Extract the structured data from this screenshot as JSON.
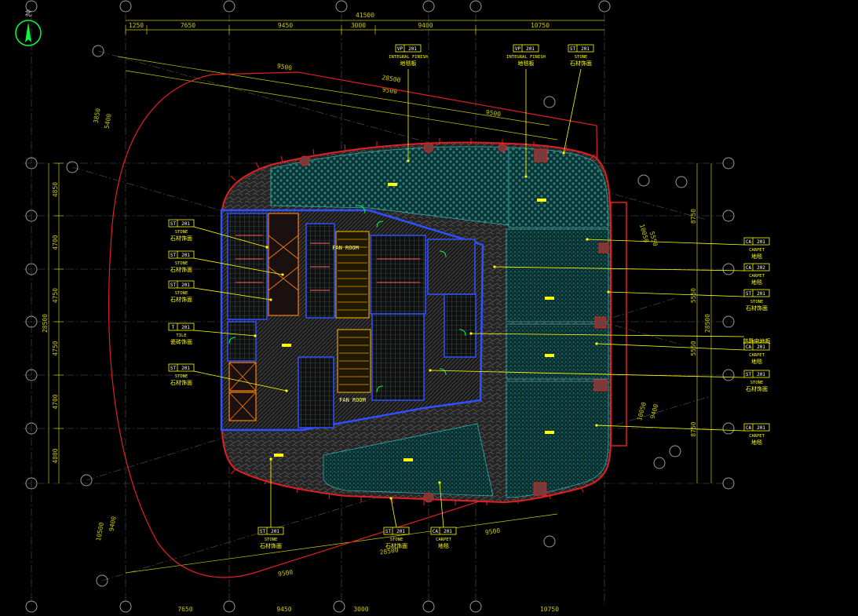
{
  "north_label": "北",
  "top_dims": {
    "overall": "41500",
    "segments": [
      "1250",
      "7650",
      "9450",
      "3000",
      "9400",
      "10750"
    ]
  },
  "bottom_dims": [
    "7650",
    "9450",
    "3000",
    "10750"
  ],
  "left_dims": {
    "overall": "28500",
    "segments": [
      "4850",
      "4700",
      "4750",
      "4750",
      "4700",
      "4800"
    ]
  },
  "right_dims": {
    "overall": "28500",
    "segments": [
      "8750",
      "5550",
      "5550",
      "8750"
    ]
  },
  "top_skew_dims": [
    "9500",
    "28500",
    "9500",
    "9500"
  ],
  "bottom_skew_dims": [
    "9500",
    "28500",
    "9500"
  ],
  "left_skew_dims": [
    "3850",
    "5400"
  ],
  "left_bottom_skew_dims": [
    "10500",
    "9400"
  ],
  "right_skew_dims": [
    "10050",
    "5550"
  ],
  "right_bottom_skew_dims": [
    "10050",
    "9400"
  ],
  "room_labels": [
    "FAN ROOM",
    "FAN ROOM"
  ],
  "callouts": [
    {
      "code": "VP 201",
      "l1": "INTEGRAL FINISH",
      "l2": "地毯板",
      "side": "top"
    },
    {
      "code": "VP 201",
      "l1": "INTEGRAL FINISH",
      "l2": "地毯板",
      "side": "top"
    },
    {
      "code": "ST 201",
      "l1": "STONE",
      "l2": "石材饰面",
      "side": "top"
    },
    {
      "code": "ST 201",
      "l1": "STONE",
      "l2": "石材饰面",
      "side": "left"
    },
    {
      "code": "ST 201",
      "l1": "STONE",
      "l2": "石材饰面",
      "side": "left"
    },
    {
      "code": "ST 201",
      "l1": "STONE",
      "l2": "石材饰面",
      "side": "left"
    },
    {
      "code": "T 201",
      "l1": "TILE",
      "l2": "瓷砖饰面",
      "side": "left"
    },
    {
      "code": "ST 201",
      "l1": "STONE",
      "l2": "石材饰面",
      "side": "left"
    },
    {
      "code": "CA 201",
      "l1": "CARPET",
      "l2": "地毯",
      "side": "right"
    },
    {
      "code": "CA 202",
      "l1": "CARPET",
      "l2": "地毯",
      "side": "right"
    },
    {
      "code": "ST 201",
      "l1": "STONE",
      "l2": "石材饰面",
      "side": "right"
    },
    {
      "code": "",
      "l1": "",
      "l2": "防静电地板",
      "side": "right"
    },
    {
      "code": "CA 201",
      "l1": "CARPET",
      "l2": "地毯",
      "side": "right"
    },
    {
      "code": "ST 201",
      "l1": "STONE",
      "l2": "石材饰面",
      "side": "right"
    },
    {
      "code": "CA 201",
      "l1": "CARPET",
      "l2": "地毯",
      "side": "right"
    },
    {
      "code": "ST 201",
      "l1": "STONE",
      "l2": "石材饰面",
      "side": "bottom"
    },
    {
      "code": "ST 201",
      "l1": "STONE",
      "l2": "石材饰面",
      "side": "bottom"
    },
    {
      "code": "CA 201",
      "l1": "CARPET",
      "l2": "地毯",
      "side": "bottom"
    }
  ],
  "colors": {
    "background": "#000000",
    "dimension": "#c8c800",
    "grid_bubble": "#9a9a9a",
    "site_boundary": "#e02020",
    "floor_outline": "#e02020",
    "carpet_fill": "#0d3a3a",
    "carpet_pattern": "#33aaaa",
    "stone_fill": "#2a2a2a",
    "core_wall": "#3050ff",
    "annotation": "#ffff00",
    "stair": "#e0a000",
    "elevator": "#ff8000",
    "north_ring": "#00ff40"
  }
}
